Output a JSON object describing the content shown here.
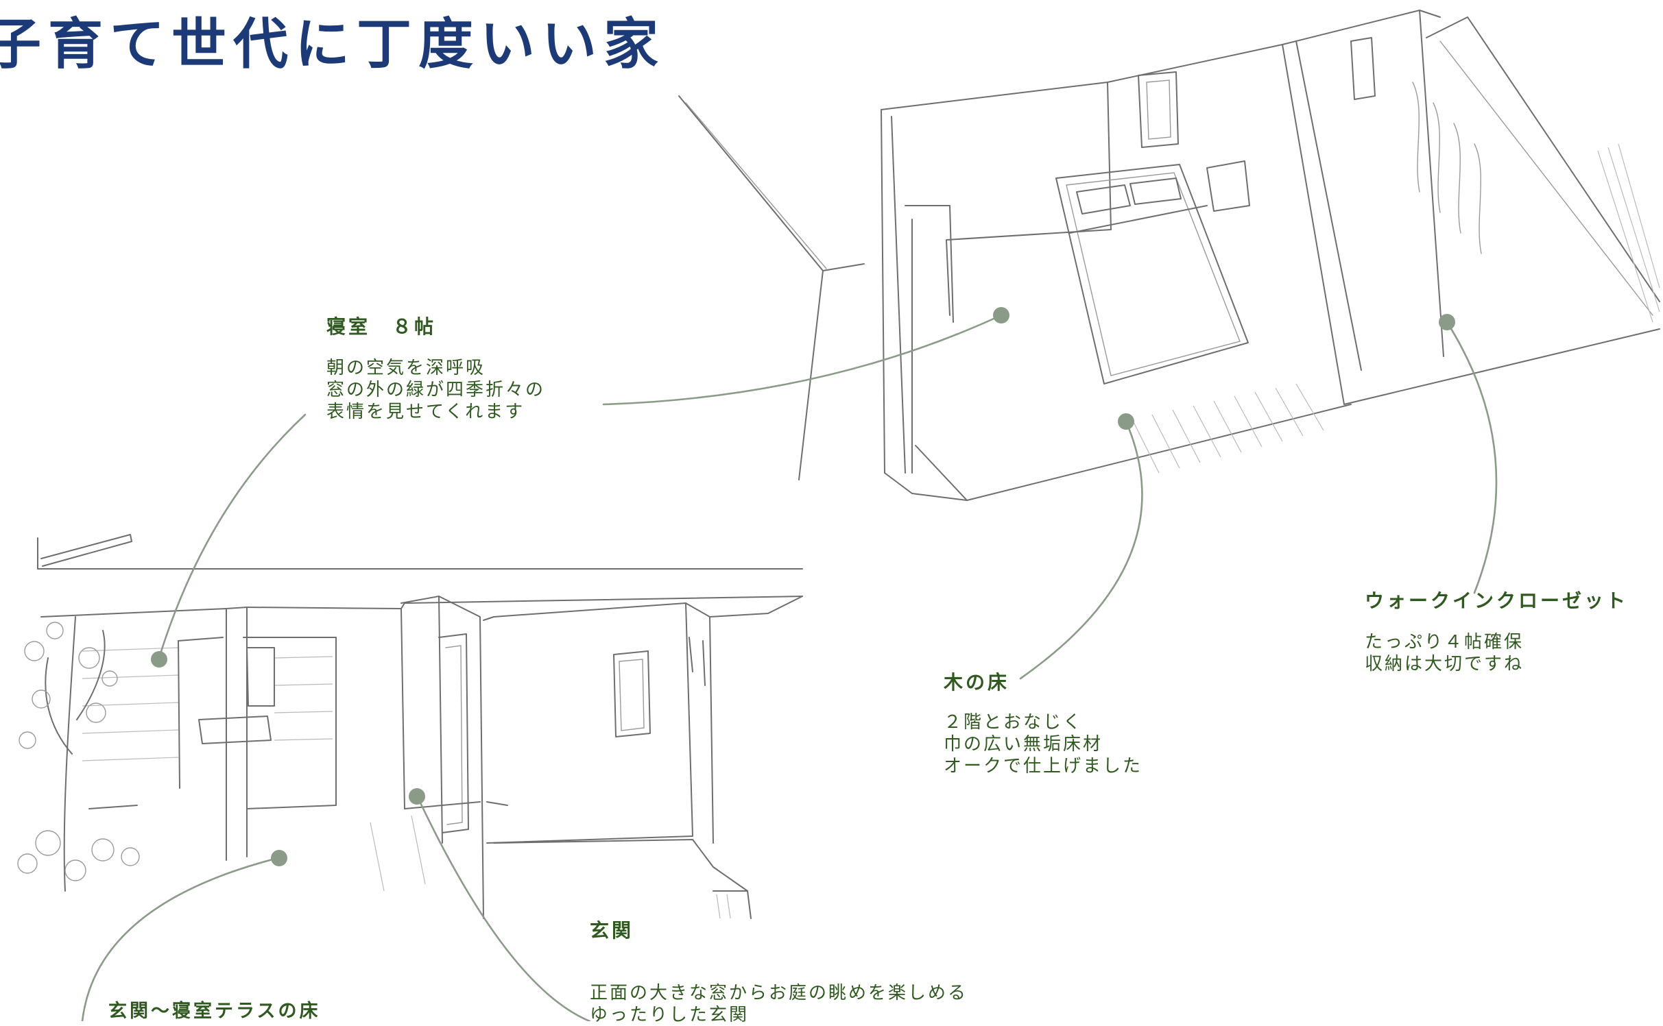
{
  "title": "子育て世代に丁度いい家",
  "callouts": {
    "bedroom": {
      "label": "寝室　８帖",
      "lines": [
        "朝の空気を深呼吸",
        "窓の外の緑が四季折々の",
        "表情を見せてくれます"
      ]
    },
    "walkin": {
      "label": "ウォークインクローゼット",
      "lines": [
        "たっぷり４帖確保",
        "収納は大切ですね"
      ]
    },
    "floor": {
      "label": "木の床",
      "lines": [
        "２階とおなじく",
        "巾の広い無垢床材",
        "オークで仕上げました"
      ]
    },
    "entrance": {
      "label": "玄関",
      "lines": [
        "正面の大きな窓からお庭の眺めを楽しめる",
        "ゆったりした玄関"
      ]
    },
    "terrace": {
      "label": "玄関～寝室テラスの床"
    }
  },
  "colors": {
    "title": "#1d3a78",
    "text": "#2f5a1f",
    "leader": "#8a9b88"
  }
}
